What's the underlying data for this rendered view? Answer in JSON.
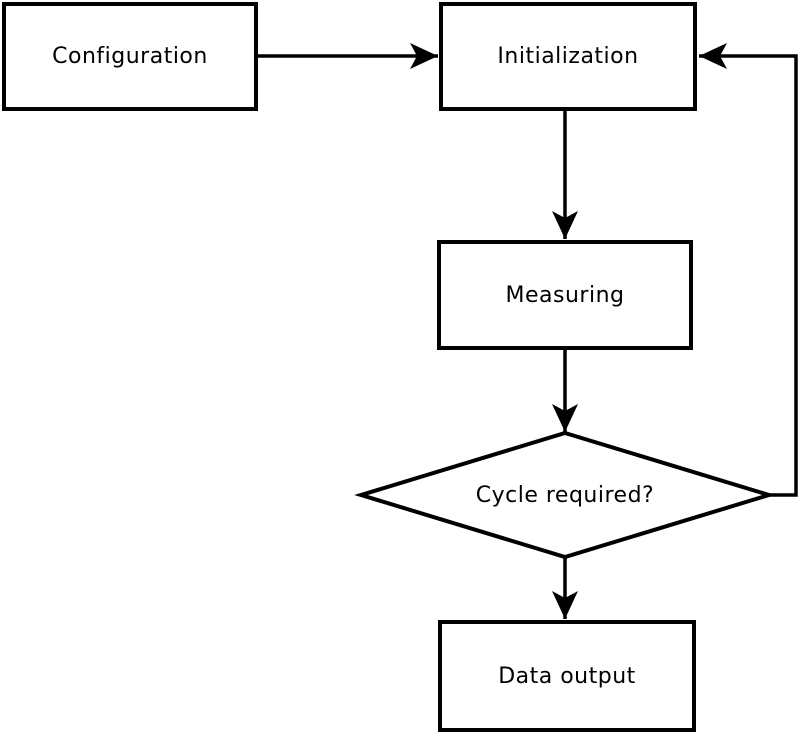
{
  "diagram": {
    "type": "flowchart",
    "colors": {
      "stroke": "#000000",
      "node_fill": "#ffffff",
      "background": "#ffffff",
      "text": "#000000"
    },
    "nodes": [
      {
        "id": "configuration",
        "shape": "rectangle",
        "label": "Configuration"
      },
      {
        "id": "initialization",
        "shape": "rectangle",
        "label": "Initialization"
      },
      {
        "id": "measuring",
        "shape": "rectangle",
        "label": "Measuring"
      },
      {
        "id": "cycle-required",
        "shape": "diamond",
        "label": "Cycle required?"
      },
      {
        "id": "data-output",
        "shape": "rectangle",
        "label": "Data output"
      }
    ],
    "edges": [
      {
        "from": "configuration",
        "to": "initialization",
        "style": "arrow",
        "route": "right"
      },
      {
        "from": "initialization",
        "to": "measuring",
        "style": "arrow",
        "route": "down"
      },
      {
        "from": "measuring",
        "to": "cycle-required",
        "style": "arrow",
        "route": "down"
      },
      {
        "from": "cycle-required",
        "to": "data-output",
        "style": "arrow",
        "route": "down"
      },
      {
        "from": "cycle-required",
        "to": "initialization",
        "style": "arrow",
        "route": "right-up-left-loop"
      }
    ]
  }
}
